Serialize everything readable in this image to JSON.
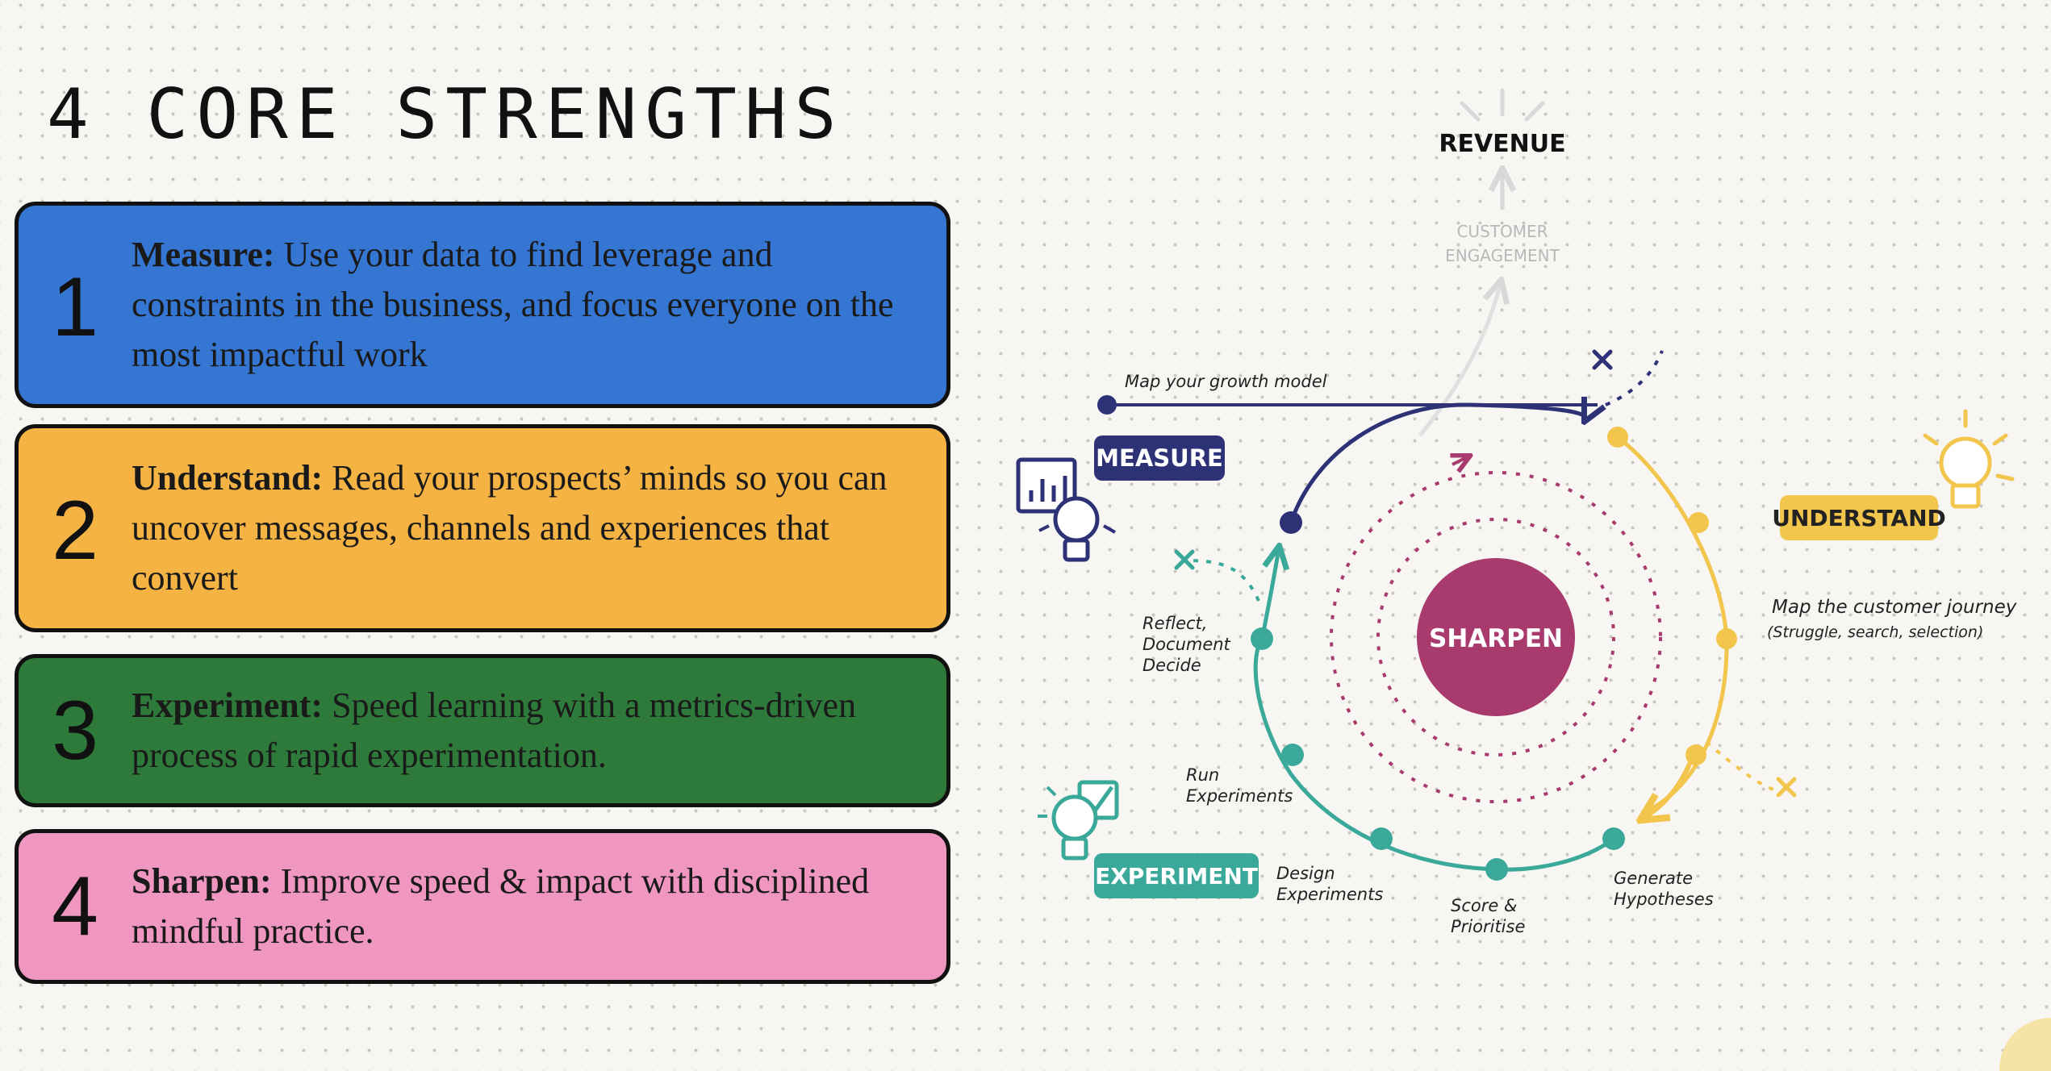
{
  "title": "4 CORE STRENGTHS",
  "cards": [
    {
      "number": "1",
      "heading": "Measure:",
      "text": "Use your data to find leverage and constraints in the business, and focus everyone on the most impactful work",
      "color": "#3476d2"
    },
    {
      "number": "2",
      "heading": "Understand:",
      "text": "Read your prospects’ minds so you can uncover messages, channels and experiences that convert",
      "color": "#f4b342"
    },
    {
      "number": "3",
      "heading": "Experiment:",
      "text": "Speed learning with a metrics-driven process of rapid experimentation.",
      "color": "#2e7a3b"
    },
    {
      "number": "4",
      "heading": "Sharpen:",
      "text": "Improve speed & impact with disciplined mindful practice.",
      "color": "#ef97c1"
    }
  ],
  "diagram": {
    "revenue": "REVENUE",
    "engagement_line1": "CUSTOMER",
    "engagement_line2": "ENGAGEMENT",
    "growth_model": "Map your growth model",
    "measure": "MEASURE",
    "understand": "UNDERSTAND",
    "journey_line1": "Map the customer journey",
    "journey_line2": "(Struggle, search, selection)",
    "sharpen": "SHARPEN",
    "reflect_line1": "Reflect,",
    "reflect_line2": "Document",
    "reflect_line3": "Decide",
    "run_line1": "Run",
    "run_line2": "Experiments",
    "experiment": "EXPERIMENT",
    "design_line1": "Design",
    "design_line2": "Experiments",
    "score_line1": "Score &",
    "score_line2": "Prioritise",
    "generate_line1": "Generate",
    "generate_line2": "Hypotheses",
    "colors": {
      "navy": "#2d3277",
      "yellow": "#f2c64d",
      "teal": "#3aa99a",
      "magenta": "#a83a6e"
    },
    "icons": [
      "lightbulb-icon",
      "bar-chart-icon",
      "checkbox-icon"
    ]
  }
}
